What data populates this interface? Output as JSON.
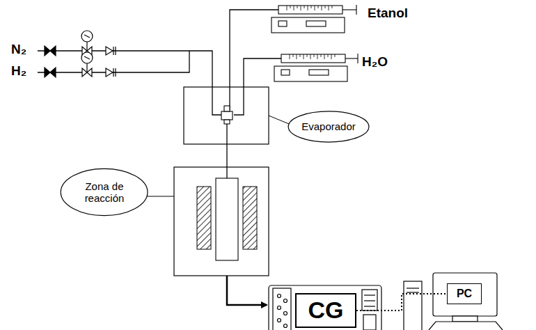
{
  "diagram": {
    "nodes": [
      {
        "text": [
          "Evaporador"
        ]
      },
      {
        "text": [
          "Zona de reacción"
        ]
      },
      {
        "text": [
          "CG"
        ]
      },
      {
        "text": [
          "PC"
        ]
      }
    ],
    "edges": [
      {
        "from": 2,
        "to": 3,
        "arrow": "none"
      }
    ],
    "labels": [
      "N₂",
      "H₂",
      "Etanol",
      "H₂O"
    ]
  }
}
